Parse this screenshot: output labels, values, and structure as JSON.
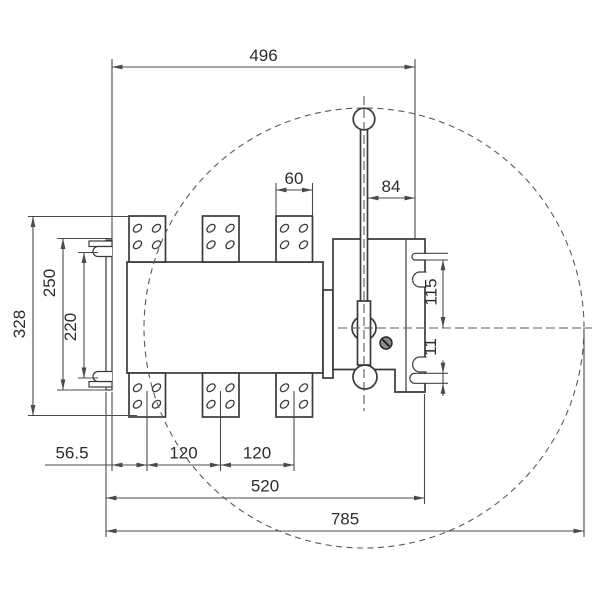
{
  "dimensions": {
    "top_width": "496",
    "terminal_width": "60",
    "handle_to_edge": "84",
    "overall_height": "328",
    "bracket_outer": "250",
    "bracket_inner": "220",
    "slot_to_centerline": "115",
    "slot_height": "11",
    "edge_to_first_pole": "56.5",
    "pole_pitch_a": "120",
    "pole_pitch_b": "120",
    "body_width": "520",
    "overall_width": "785"
  },
  "colors": {
    "outline": "#3a3a3a",
    "dimension_line": "#4a4a4a",
    "centerline": "#5a5a5a",
    "label_text": "#2c2c2c",
    "screw_fill": "#8a8a8a",
    "background": "#ffffff"
  }
}
